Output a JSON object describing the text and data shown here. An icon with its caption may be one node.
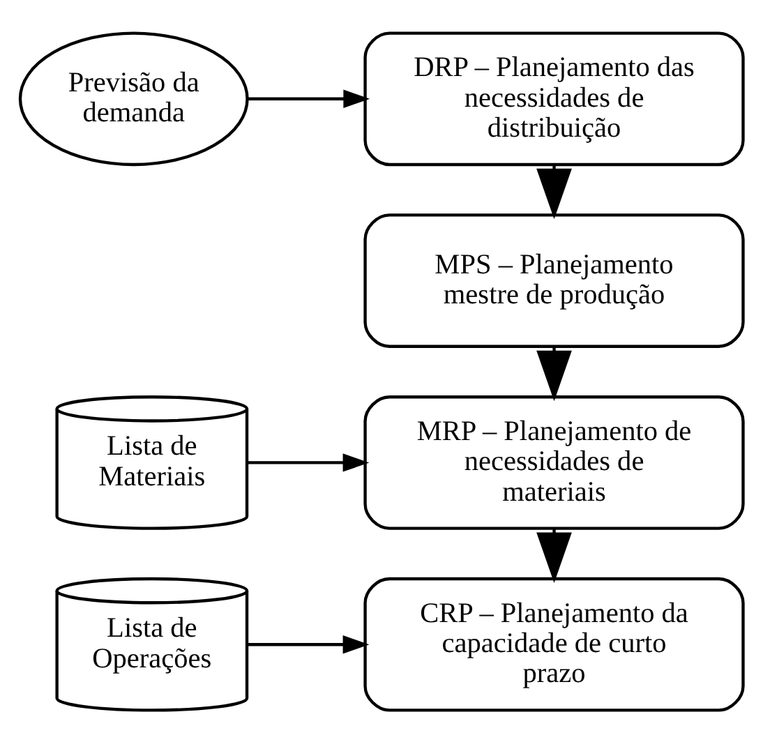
{
  "diagram": {
    "nodes": [
      {
        "text": [
          "Previsão da demanda"
        ]
      },
      {
        "text": [
          "DRP – Planejamento das necessidades de distribuição"
        ]
      },
      {
        "text": [
          "MPS – Planejamento mestre de produção"
        ]
      },
      {
        "text": [
          "Lista de Materiais"
        ]
      },
      {
        "text": [
          "MRP – Planejamento de necessidades de materiais"
        ]
      },
      {
        "text": [
          "Lista de Operações"
        ]
      },
      {
        "text": [
          "CRP – Planejamento da capacidade de curto prazo"
        ]
      }
    ],
    "edges": [
      {
        "from": 0,
        "to": 1,
        "arrow": "to"
      },
      {
        "from": 1,
        "to": 2,
        "arrow": "to"
      },
      {
        "from": 2,
        "to": 4,
        "arrow": "to"
      },
      {
        "from": 3,
        "to": 4,
        "arrow": "to"
      },
      {
        "from": 4,
        "to": 6,
        "arrow": "to"
      },
      {
        "from": 5,
        "to": 6,
        "arrow": "to"
      }
    ]
  }
}
